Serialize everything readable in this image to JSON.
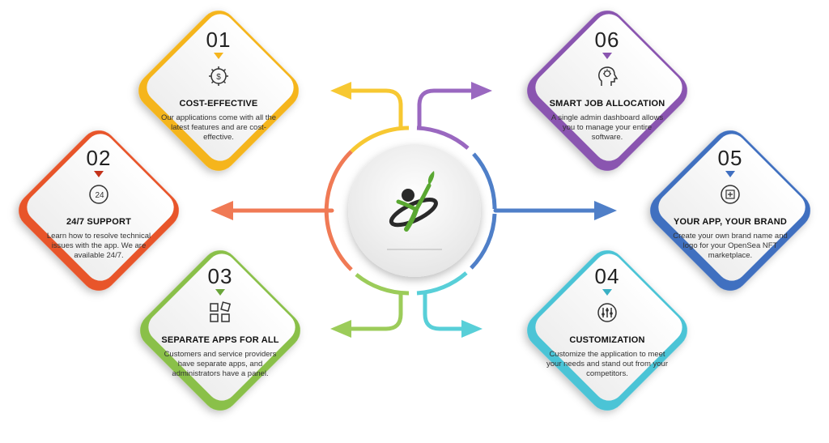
{
  "items": [
    {
      "number": "01",
      "title": "COST-EFFECTIVE",
      "description": "Our applications come with all the latest features and are cost-effective.",
      "color": "#f5b51e",
      "icon": "gear-dollar-icon"
    },
    {
      "number": "02",
      "title": "24/7 SUPPORT",
      "description": "Learn how to resolve technical issues with the app. We are available 24/7.",
      "color": "#e8542c",
      "icon": "phone-24-icon"
    },
    {
      "number": "03",
      "title": "SEPARATE APPS FOR ALL",
      "description": "Customers and service providers have separate apps, and administrators have a panel.",
      "color": "#8ac04a",
      "icon": "apps-grid-icon"
    },
    {
      "number": "04",
      "title": "CUSTOMIZATION",
      "description": "Customize the application to meet your needs and stand out from your competitors.",
      "color": "#4cc4d6",
      "icon": "gear-sliders-icon"
    },
    {
      "number": "05",
      "title": "YOUR APP, YOUR BRAND",
      "description": "Create your own brand name and logo for your OpenSea NFT marketplace.",
      "color": "#3f6fc0",
      "icon": "gear-brand-icon"
    },
    {
      "number": "06",
      "title": "SMART JOB ALLOCATION",
      "description": "A single admin dashboard allows you to manage your entire software.",
      "color": "#8a55b0",
      "icon": "head-bulb-icon"
    }
  ],
  "center": {
    "icon": "person-leaf-logo-icon",
    "accent": "#5aa832"
  }
}
